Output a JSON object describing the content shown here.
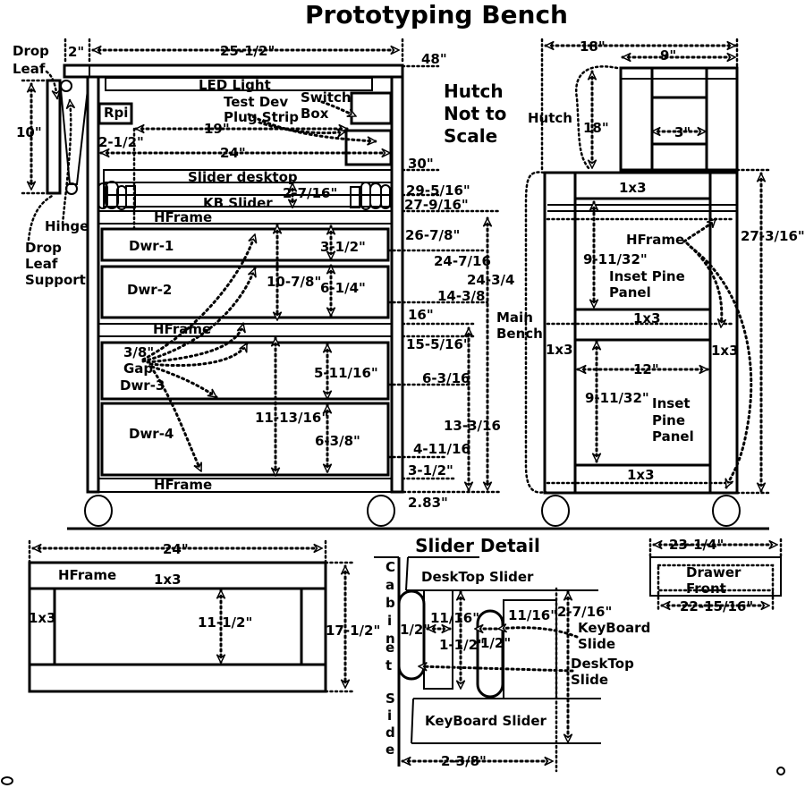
{
  "title": "Prototyping  Bench",
  "hutch_note": [
    "Hutch",
    "Not to",
    "Scale"
  ],
  "front": {
    "drop_leaf": [
      "Drop",
      "Leaf"
    ],
    "hinge": "Hinge",
    "drop_leaf_support": [
      "Drop",
      "Leaf",
      "Support"
    ],
    "led_light": "LED Light",
    "rpi": "Rpi",
    "test_dev_plug_strip": [
      "Test Dev",
      "Plug Strip"
    ],
    "switch_box": [
      "Switch",
      "Box"
    ],
    "slider_desktop": "Slider desktop",
    "kb_slider": "KB Slider",
    "hframe_1": "HFrame",
    "hframe_2": "HFrame",
    "hframe_3": "HFrame",
    "dwr_1": "Dwr-1",
    "dwr_2": "Dwr-2",
    "gap": [
      "3/8\"",
      "Gap",
      "Dwr-3"
    ],
    "dwr_4": "Dwr-4",
    "dims": {
      "d2": "2\"",
      "d25_5": "25-1/2\"",
      "d48": "48\"",
      "d10": "10\"",
      "d19": "19\"",
      "d2_5": "2-1/2\"",
      "d24": "24\"",
      "d30": "30\"",
      "d2_7_16": "2-7/16\"",
      "d29_5_16": "29-5/16\"",
      "d27_9_16": "27-9/16\"",
      "d26_7_8": "26-7/8\"",
      "d3_1_2": "3-1/2\"",
      "d24_7_16": "24-7/16",
      "d24_3_4": "24-3/4",
      "d10_7_8": "10-7/8\"",
      "d6_1_4": "6-1/4\"",
      "d14_3_8": "14-3/8",
      "d16": "16\"",
      "d15_5_16": "15-5/16\"",
      "d5_11_16": "5-11/16\"",
      "d6_3_16": "6-3/16",
      "d11_13_16": "11-13/16\"",
      "d6_3_8": "6-3/8\"",
      "d13_3_16": "13-3/16",
      "d4_11_16": "4-11/16",
      "d3_1_2b": "3-1/2\"",
      "d2_83": "2.83\""
    }
  },
  "side": {
    "hutch": "Hutch",
    "d18w": "18\"",
    "d9": "9\"",
    "d18h": "18\"",
    "d3": "3\"",
    "c1x3_top": "1x3",
    "hframe": "HFrame",
    "d27_3_16": "27-3/16\"",
    "d9_11_32a": "9-11/32\"",
    "inset_pine_panel_1": [
      "Inset Pine",
      "Panel"
    ],
    "c1x3_mid": "1x3",
    "main_bench": [
      "Main",
      "Bench"
    ],
    "c1x3_left": "1x3",
    "c1x3_right": "1x3",
    "d12": "12\"",
    "d9_11_32b": "9-11/32\"",
    "inset_pine_panel_2": [
      "Inset",
      "Pine",
      "Panel"
    ],
    "c1x3_bottom": "1x3"
  },
  "hframe_detail": {
    "d24": "24\"",
    "hframe": "HFrame",
    "c1x3_top": "1x3",
    "c1x3_left": "1x3",
    "d11_1_2": "11-1/2\"",
    "d17_1_2": "17-1/2\""
  },
  "slider_detail": {
    "title": "Slider Detail",
    "cabinet_side": [
      "C",
      "a",
      "b",
      "i",
      "n",
      "e",
      "t",
      "",
      "S",
      "i",
      "d",
      "e"
    ],
    "desktop_slider": "DeskTop Slider",
    "d11_16a": "11/16\"",
    "d11_16b": "11/16\"",
    "d2_7_16": "2-7/16\"",
    "half_a": "1/2\"",
    "half_b": "1/2\"",
    "d1_1_2": "1-1/2\"",
    "keyboard_slide": [
      "KeyBoard",
      "Slide"
    ],
    "desktop_slide": [
      "DeskTop",
      "Slide"
    ],
    "keyboard_slider": "KeyBoard Slider",
    "d2_3_8": "2-3/8\""
  },
  "drawer_front": {
    "d23_1_4": "23-1/4\"",
    "label": [
      "Drawer",
      "Front"
    ],
    "d22_15_16": "22-15/16\""
  }
}
